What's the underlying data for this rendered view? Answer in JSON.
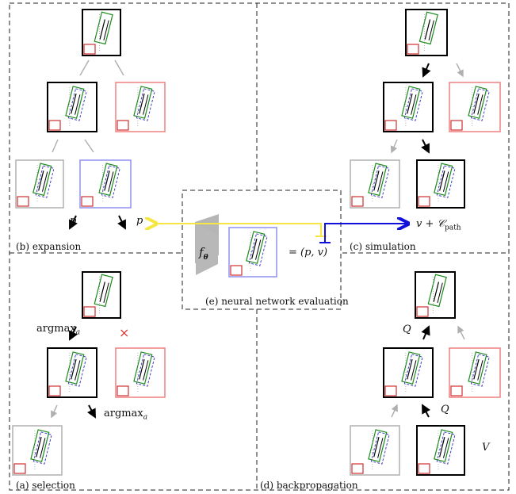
{
  "panels": {
    "selection": "(a) selection",
    "expansion": "(b) expansion",
    "simulation": "(c) simulation",
    "backprop": "(d) backpropagation",
    "nn_eval": "(e) neural network evaluation"
  },
  "labels": {
    "p_left": "p",
    "p_right": "p",
    "argmax": "argmax",
    "argmax_sub": "a",
    "cross_mark": "×",
    "value_path": "v + 𝒞",
    "value_path_sub": "path",
    "q_upper": "Q",
    "q_lower": "Q",
    "v_leaf": "V",
    "f_theta": "f",
    "f_theta_sub": "θ",
    "output": "= (p, v)"
  },
  "colors": {
    "black": "#000000",
    "gray": "#b0b0b0",
    "red_light": "#f08080",
    "blue_light": "#9090ee",
    "yellow": "#f5e642",
    "blue": "#1010dd",
    "green": "#1a8a1a"
  }
}
